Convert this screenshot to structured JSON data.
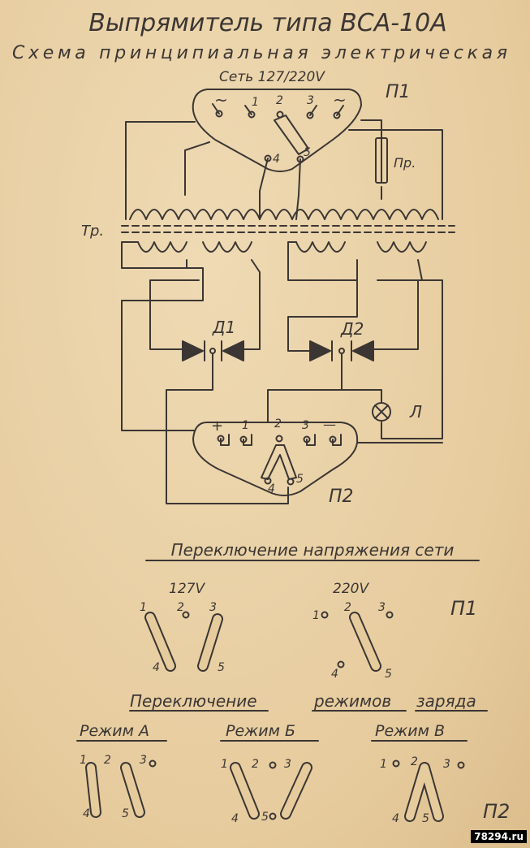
{
  "title": "Выпрямитель типа ВСА-10А",
  "subtitle": "Схема принципиальная электрическая",
  "mains_label": "Сеть 127/220V",
  "switch_p1": "П1",
  "switch_p2": "П2",
  "transformer_label": "Тр.",
  "fuse_label": "Пр.",
  "diode_d1": "Д1",
  "diode_d2": "Д2",
  "lamp_label": "Л",
  "ac_symbol": "~",
  "plus_symbol": "+",
  "minus_symbol": "—",
  "contacts": [
    "1",
    "2",
    "3",
    "4",
    "5"
  ],
  "voltage_section_title": "Переключение напряжения сети",
  "voltage_127": "127V",
  "voltage_220": "220V",
  "mode_section_title_1": "Переключение",
  "mode_section_title_2": "режимов",
  "mode_section_title_3": "заряда",
  "mode_a": "Режим А",
  "mode_b": "Режим Б",
  "mode_c": "Режим В",
  "watermark": "78294.ru"
}
